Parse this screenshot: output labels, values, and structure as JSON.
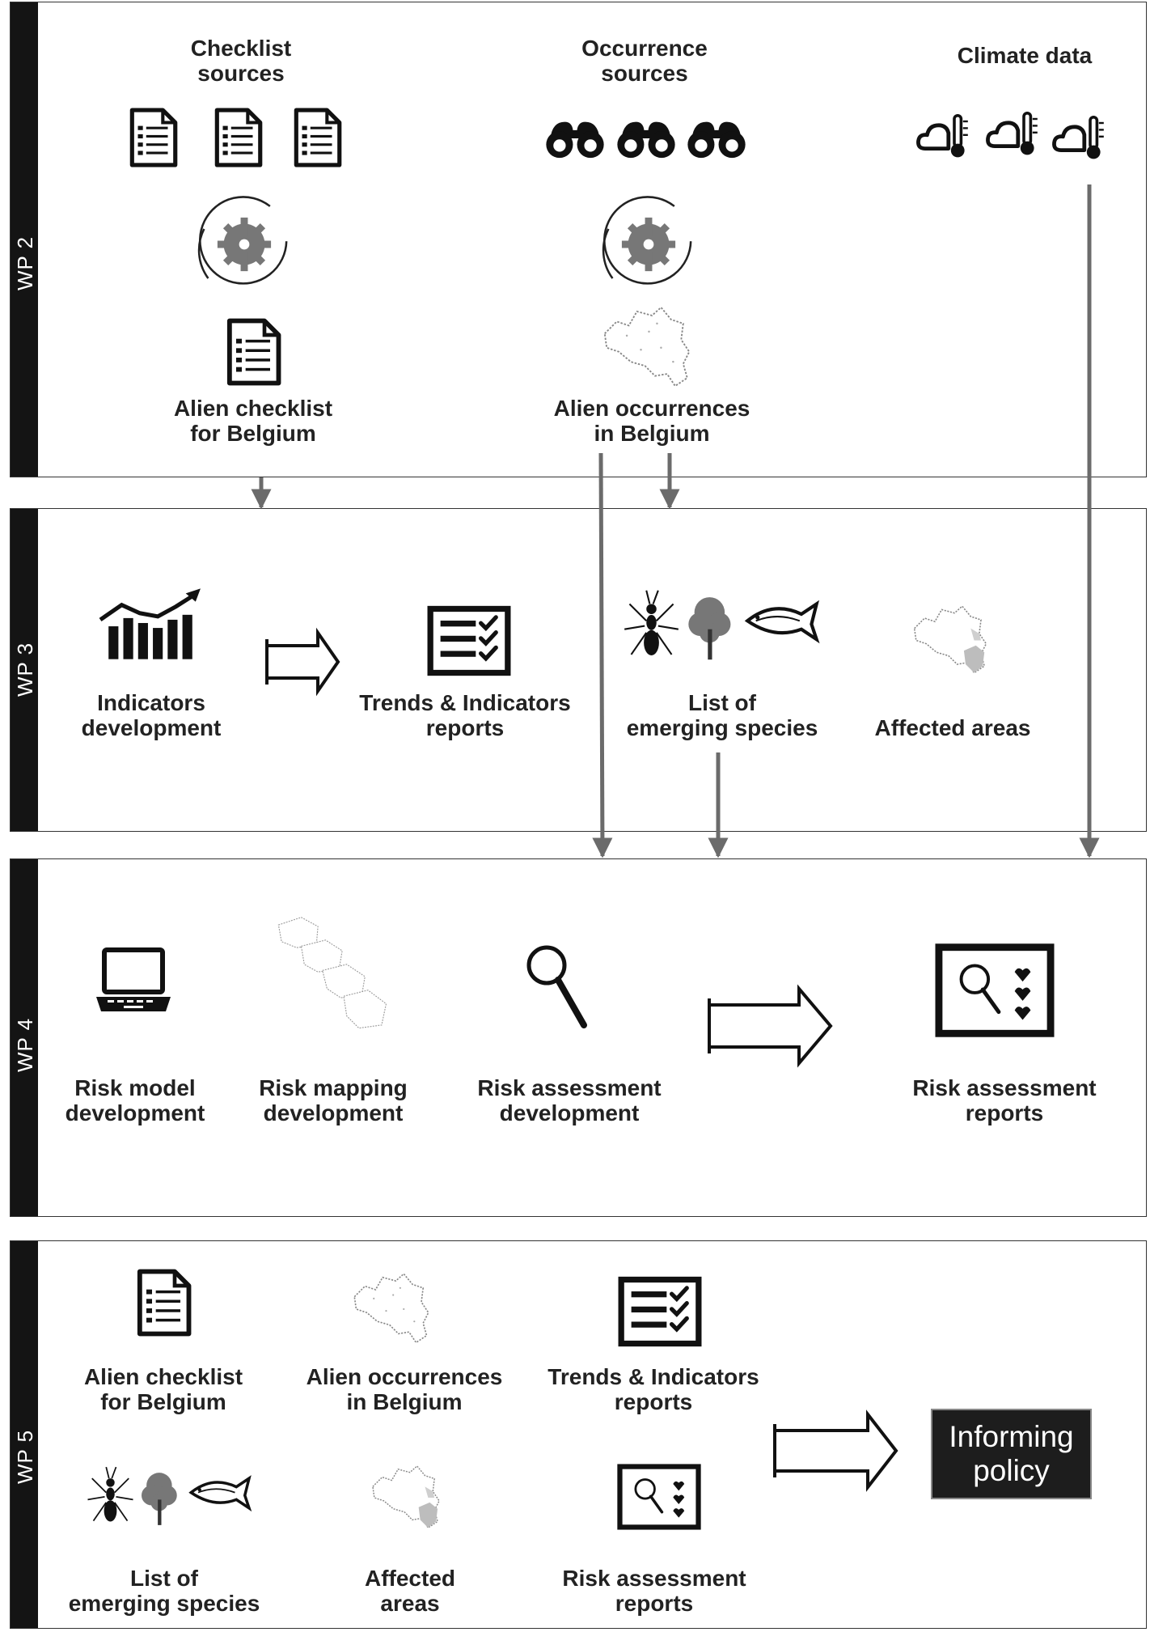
{
  "panels": {
    "wp2": {
      "label": "WP 2",
      "checklist_sources": "Checklist\nsources",
      "occurrence_sources": "Occurrence\nsources",
      "climate_data": "Climate data",
      "alien_checklist": "Alien checklist\nfor Belgium",
      "alien_occurrences": "Alien occurrences\nin Belgium"
    },
    "wp3": {
      "label": "WP 3",
      "indicators_development": "Indicators\ndevelopment",
      "trends_reports": "Trends & Indicators\nreports",
      "emerging_species": "List of\nemerging species",
      "affected_areas": "Affected areas"
    },
    "wp4": {
      "label": "WP 4",
      "risk_model": "Risk model\ndevelopment",
      "risk_mapping": "Risk mapping\ndevelopment",
      "risk_assessment_dev": "Risk assessment\ndevelopment",
      "risk_assessment_reports": "Risk assessment\nreports"
    },
    "wp5": {
      "label": "WP 5",
      "alien_checklist": "Alien checklist\nfor Belgium",
      "alien_occurrences": "Alien occurrences\nin Belgium",
      "trends_reports": "Trends & Indicators\nreports",
      "emerging_species": "List of\nemerging species",
      "affected_areas": "Affected\nareas",
      "risk_assessment_reports": "Risk assessment\nreports",
      "informing_policy": "Informing\npolicy"
    }
  },
  "icons": {
    "documents": "checklist-document-icon",
    "binoculars": "binoculars-icon",
    "climate": "cloud-thermometer-icon",
    "processing": "gbif-gear-cycle-icon",
    "map": "belgium-map-icon",
    "chart": "bar-chart-trend-icon",
    "report": "checklist-report-icon",
    "species": "ant-tree-fish-icon",
    "laptop": "laptop-icon",
    "magnifier": "magnifier-icon",
    "assessment": "magnifier-report-icon"
  },
  "colors": {
    "bar": "#141414",
    "arrow": "#6b6b6b",
    "policy_bg": "#1d1d1d"
  }
}
